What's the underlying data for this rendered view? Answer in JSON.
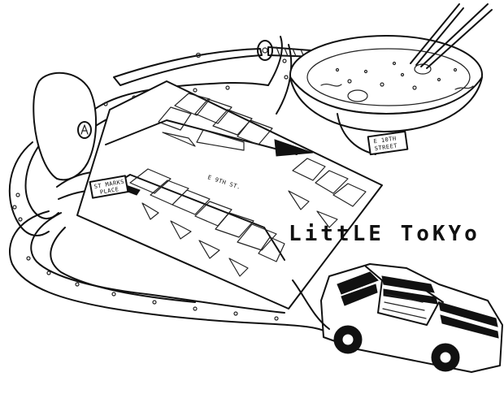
{
  "labels": {
    "st_marks_line1": "ST MARKS",
    "st_marks_line2": "PLACE",
    "e9th": "E 9TH ST.",
    "e10th_line1": "E 10TH",
    "e10th_line2": "STREET",
    "title": "LittLE ToKYo"
  },
  "colors": {
    "ink": "#111111",
    "paper": "#ffffff"
  },
  "icons": {
    "sword": "katana-icon",
    "bowl": "ramen-bowl-icon",
    "chopsticks": "chopsticks-icon",
    "car": "racing-car-icon",
    "squid": "squid-icon"
  }
}
